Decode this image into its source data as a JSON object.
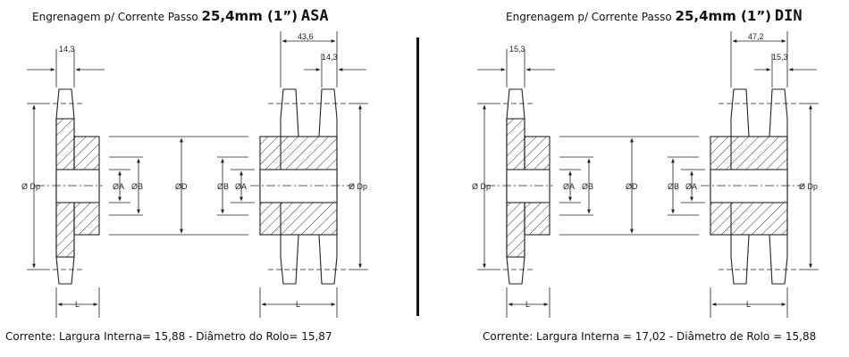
{
  "left": {
    "title_prefix": "Engrenagem p/ Corrente Passo",
    "title_size": "25,4mm (1”)",
    "title_standard": "ASA",
    "dim_hub_width": "14,3",
    "dim_total_width": "43,6",
    "dim_tooth_width": "14,3",
    "caption": "Corrente: Largura Interna= 15,88 - Diâmetro do Rolo= 15,87"
  },
  "right": {
    "title_prefix": "Engrenagem p/ Corrente Passo",
    "title_size": "25,4mm (1”)",
    "title_standard": "DIN",
    "dim_hub_width": "15,3",
    "dim_total_width": "47,2",
    "dim_tooth_width": "15,3",
    "caption": "Corrente: Largura Interna = 17,02 - Diâmetro de Rolo = 15,88"
  },
  "labels": {
    "dp": "Ø Dp",
    "a": "ØA",
    "b": "ØB",
    "d": "ØD",
    "l": "L"
  }
}
